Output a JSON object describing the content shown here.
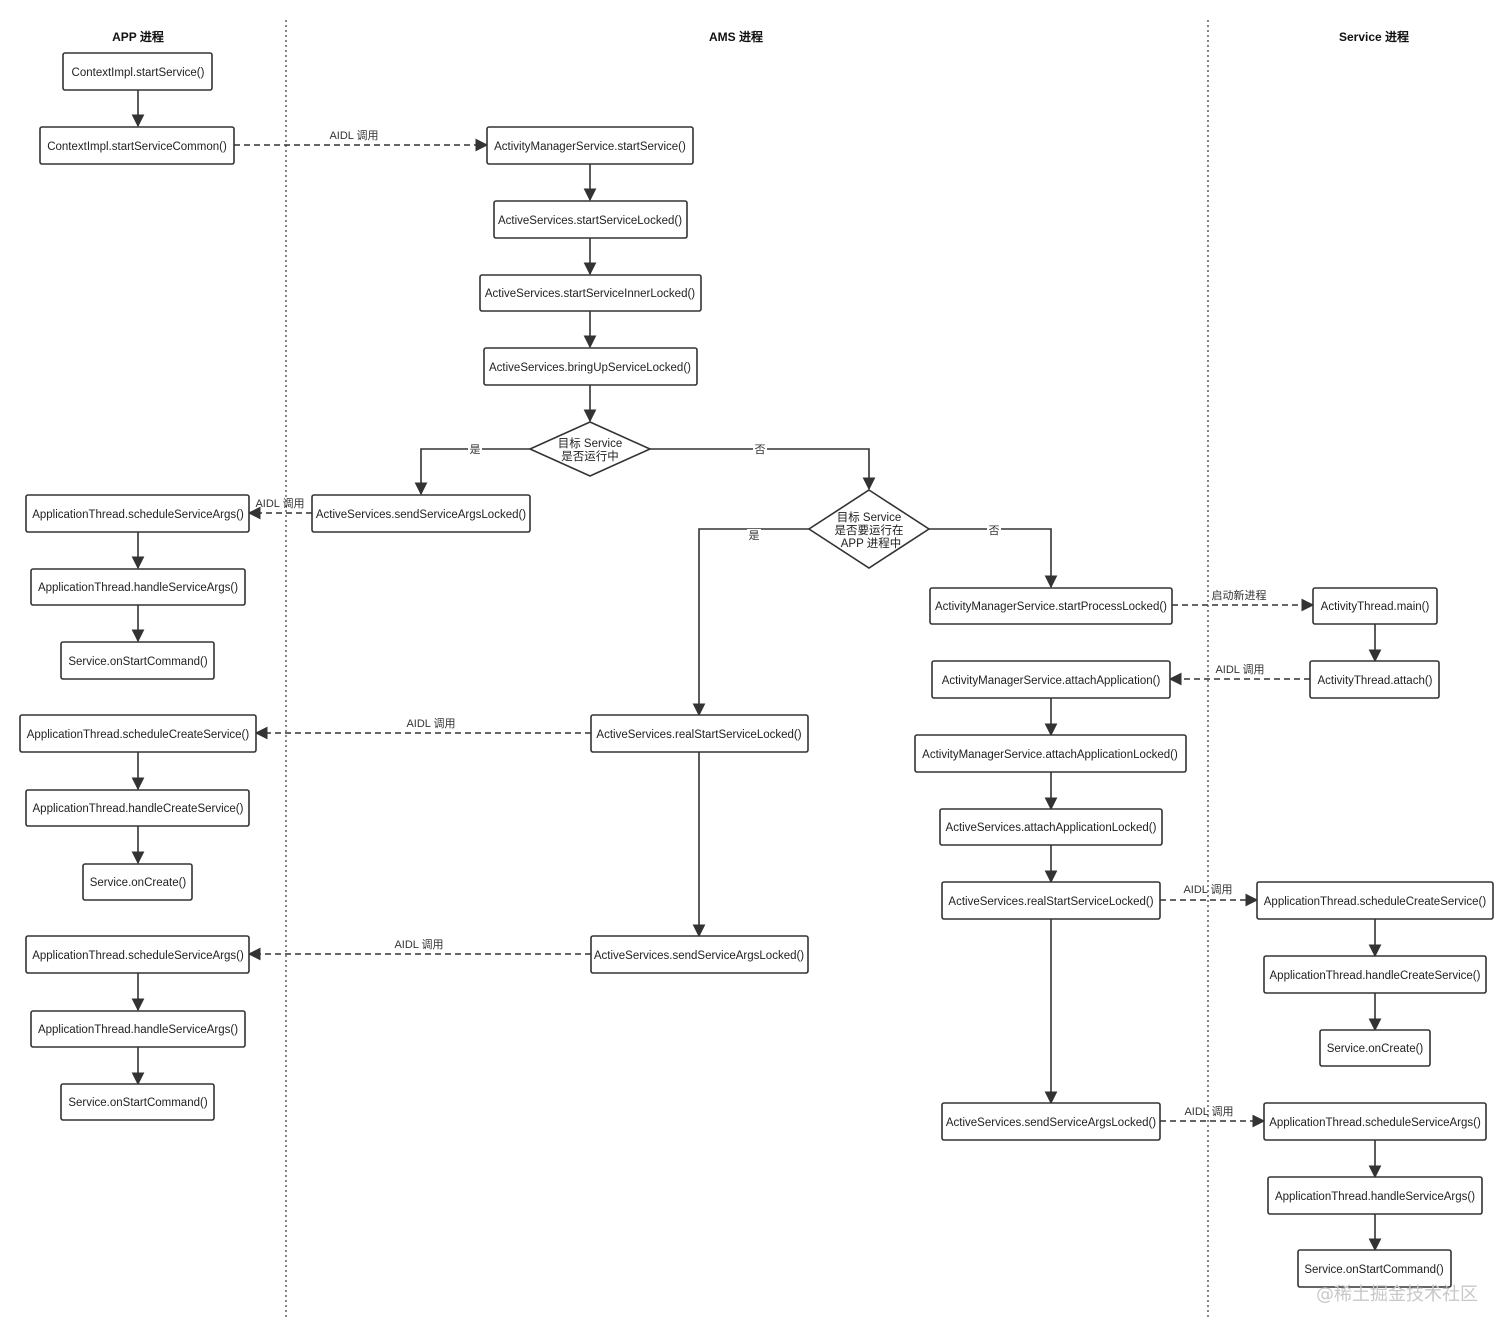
{
  "lanes": {
    "app": "APP 进程",
    "ams": "AMS 进程",
    "service": "Service 进程"
  },
  "nodes": {
    "ctx_start": "ContextImpl.startService()",
    "ctx_common": "ContextImpl.startServiceCommon()",
    "ams_start": "ActivityManagerService.startService()",
    "as_start_locked": "ActiveServices.startServiceLocked()",
    "as_inner": "ActiveServices.startServiceInnerLocked()",
    "as_bringup": "ActiveServices.bringUpServiceLocked()",
    "d1": [
      "目标 Service",
      "是否运行中"
    ],
    "as_send1": "ActiveServices.sendServiceArgsLocked()",
    "app_sched_args1": "ApplicationThread.scheduleServiceArgs()",
    "app_handle_args1": "ApplicationThread.handleServiceArgs()",
    "app_onstart1": "Service.onStartCommand()",
    "d2": [
      "目标 Service",
      "是否要运行在",
      "APP 进程中"
    ],
    "as_real1": "ActiveServices.realStartServiceLocked()",
    "app_sched_create": "ApplicationThread.scheduleCreateService()",
    "app_handle_create": "ApplicationThread.handleCreateService()",
    "app_oncreate": "Service.onCreate()",
    "as_send2": "ActiveServices.sendServiceArgsLocked()",
    "app_sched_args2": "ApplicationThread.scheduleServiceArgs()",
    "app_handle_args2": "ApplicationThread.handleServiceArgs()",
    "app_onstart2": "Service.onStartCommand()",
    "ams_start_proc": "ActivityManagerService.startProcessLocked()",
    "at_main": "ActivityThread.main()",
    "at_attach": "ActivityThread.attach()",
    "ams_attach": "ActivityManagerService.attachApplication()",
    "ams_attach_locked": "ActivityManagerService.attachApplicationLocked()",
    "as_attach_locked": "ActiveServices.attachApplicationLocked()",
    "as_real2": "ActiveServices.realStartServiceLocked()",
    "svc_sched_create": "ApplicationThread.scheduleCreateService()",
    "svc_handle_create": "ApplicationThread.handleCreateService()",
    "svc_oncreate": "Service.onCreate()",
    "as_send3": "ActiveServices.sendServiceArgsLocked()",
    "svc_sched_args": "ApplicationThread.scheduleServiceArgs()",
    "svc_handle_args": "ApplicationThread.handleServiceArgs()",
    "svc_onstart": "Service.onStartCommand()"
  },
  "labels": {
    "aidl": "AIDL 调用",
    "yes": "是",
    "no": "否",
    "new_process": "启动新进程"
  },
  "watermark": "@稀土掘金技术社区"
}
